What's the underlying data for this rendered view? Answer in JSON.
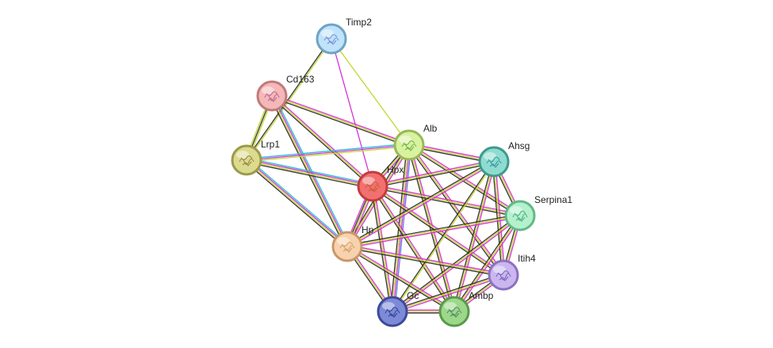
{
  "nodes": [
    {
      "id": "Timp2",
      "label": "Timp2",
      "fill": "#bfe3fa",
      "stroke": "#6fa3c4",
      "glyph": "#6f7fd0"
    },
    {
      "id": "Cd163",
      "label": "Cd163",
      "fill": "#f5b8b8",
      "stroke": "#c07a7a",
      "glyph": "#b05a8a"
    },
    {
      "id": "Lrp1",
      "label": "Lrp1",
      "fill": "#dcda8e",
      "stroke": "#9c9a4a",
      "glyph": "#8a7a3a"
    },
    {
      "id": "Alb",
      "label": "Alb",
      "fill": "#d9f2a0",
      "stroke": "#98b858",
      "glyph": "#5aa83a"
    },
    {
      "id": "Hpx",
      "label": "Hpx",
      "fill": "#f27070",
      "stroke": "#c23c3c",
      "glyph": "#c25a2a"
    },
    {
      "id": "Ahsg",
      "label": "Ahsg",
      "fill": "#8edcd0",
      "stroke": "#3d9a8c",
      "glyph": "#2a8a9a"
    },
    {
      "id": "Serpina1",
      "label": "Serpina1",
      "fill": "#b4f0cc",
      "stroke": "#62b888",
      "glyph": "#3aa87a"
    },
    {
      "id": "Hp",
      "label": "Hp",
      "fill": "#f8d2ae",
      "stroke": "#c89868",
      "glyph": "#c89a5a"
    },
    {
      "id": "Itih4",
      "label": "Itih4",
      "fill": "#cbb6f0",
      "stroke": "#8a72c0",
      "glyph": "#6a5ab0"
    },
    {
      "id": "Gc",
      "label": "Gc",
      "fill": "#7c8ad8",
      "stroke": "#3e4a98",
      "glyph": "#2a3a8a"
    },
    {
      "id": "Ambp",
      "label": "Ambp",
      "fill": "#9cd88a",
      "stroke": "#5a9a4a",
      "glyph": "#4a7a5a"
    }
  ],
  "edge_colors": {
    "magenta": "#d631d6",
    "yellow": "#c2d62e",
    "black": "#333333",
    "cyan": "#27bfd6",
    "blue": "#5a78e8"
  },
  "edges": [
    {
      "a": "Timp2",
      "b": "Alb",
      "types": [
        "yellow"
      ]
    },
    {
      "a": "Timp2",
      "b": "Hpx",
      "types": [
        "magenta"
      ]
    },
    {
      "a": "Timp2",
      "b": "Lrp1",
      "types": [
        "yellow",
        "black"
      ]
    },
    {
      "a": "Cd163",
      "b": "Lrp1",
      "types": [
        "yellow",
        "black",
        "yellow"
      ]
    },
    {
      "a": "Cd163",
      "b": "Alb",
      "types": [
        "magenta",
        "yellow",
        "black"
      ]
    },
    {
      "a": "Cd163",
      "b": "Hpx",
      "types": [
        "magenta",
        "yellow",
        "black"
      ]
    },
    {
      "a": "Cd163",
      "b": "Hp",
      "types": [
        "cyan",
        "magenta",
        "yellow",
        "black"
      ]
    },
    {
      "a": "Lrp1",
      "b": "Alb",
      "types": [
        "cyan",
        "magenta",
        "yellow"
      ]
    },
    {
      "a": "Lrp1",
      "b": "Hpx",
      "types": [
        "cyan",
        "magenta",
        "yellow",
        "black"
      ]
    },
    {
      "a": "Lrp1",
      "b": "Hp",
      "types": [
        "cyan",
        "magenta",
        "yellow",
        "black"
      ]
    },
    {
      "a": "Alb",
      "b": "Hpx",
      "types": [
        "magenta",
        "yellow",
        "black"
      ]
    },
    {
      "a": "Alb",
      "b": "Ahsg",
      "types": [
        "magenta",
        "yellow",
        "black"
      ]
    },
    {
      "a": "Alb",
      "b": "Serpina1",
      "types": [
        "magenta",
        "yellow",
        "black"
      ]
    },
    {
      "a": "Alb",
      "b": "Hp",
      "types": [
        "magenta",
        "yellow",
        "black"
      ]
    },
    {
      "a": "Alb",
      "b": "Itih4",
      "types": [
        "magenta",
        "yellow",
        "black"
      ]
    },
    {
      "a": "Alb",
      "b": "Gc",
      "types": [
        "blue",
        "magenta",
        "yellow",
        "black"
      ]
    },
    {
      "a": "Alb",
      "b": "Ambp",
      "types": [
        "magenta",
        "yellow",
        "black"
      ]
    },
    {
      "a": "Hpx",
      "b": "Ahsg",
      "types": [
        "magenta",
        "yellow",
        "black"
      ]
    },
    {
      "a": "Hpx",
      "b": "Serpina1",
      "types": [
        "magenta",
        "yellow",
        "black"
      ]
    },
    {
      "a": "Hpx",
      "b": "Hp",
      "types": [
        "magenta",
        "yellow",
        "black",
        "magenta"
      ]
    },
    {
      "a": "Hpx",
      "b": "Itih4",
      "types": [
        "magenta",
        "yellow",
        "black"
      ]
    },
    {
      "a": "Hpx",
      "b": "Gc",
      "types": [
        "magenta",
        "yellow",
        "black"
      ]
    },
    {
      "a": "Hpx",
      "b": "Ambp",
      "types": [
        "magenta",
        "yellow",
        "black"
      ]
    },
    {
      "a": "Ahsg",
      "b": "Serpina1",
      "types": [
        "magenta",
        "yellow",
        "black"
      ]
    },
    {
      "a": "Ahsg",
      "b": "Itih4",
      "types": [
        "magenta",
        "yellow",
        "black"
      ]
    },
    {
      "a": "Ahsg",
      "b": "Hp",
      "types": [
        "magenta",
        "yellow",
        "black"
      ]
    },
    {
      "a": "Ahsg",
      "b": "Gc",
      "types": [
        "yellow",
        "black"
      ]
    },
    {
      "a": "Ahsg",
      "b": "Ambp",
      "types": [
        "magenta",
        "yellow",
        "black"
      ]
    },
    {
      "a": "Serpina1",
      "b": "Itih4",
      "types": [
        "magenta",
        "yellow",
        "black"
      ]
    },
    {
      "a": "Serpina1",
      "b": "Hp",
      "types": [
        "magenta",
        "yellow",
        "black"
      ]
    },
    {
      "a": "Serpina1",
      "b": "Gc",
      "types": [
        "magenta",
        "yellow",
        "black"
      ]
    },
    {
      "a": "Serpina1",
      "b": "Ambp",
      "types": [
        "magenta",
        "yellow",
        "black"
      ]
    },
    {
      "a": "Hp",
      "b": "Itih4",
      "types": [
        "magenta",
        "yellow",
        "black"
      ]
    },
    {
      "a": "Hp",
      "b": "Gc",
      "types": [
        "magenta",
        "yellow",
        "black"
      ]
    },
    {
      "a": "Hp",
      "b": "Ambp",
      "types": [
        "magenta",
        "yellow",
        "black"
      ]
    },
    {
      "a": "Itih4",
      "b": "Gc",
      "types": [
        "magenta",
        "yellow",
        "black"
      ]
    },
    {
      "a": "Itih4",
      "b": "Ambp",
      "types": [
        "magenta",
        "yellow",
        "black"
      ]
    },
    {
      "a": "Gc",
      "b": "Ambp",
      "types": [
        "magenta",
        "yellow",
        "black"
      ]
    }
  ]
}
